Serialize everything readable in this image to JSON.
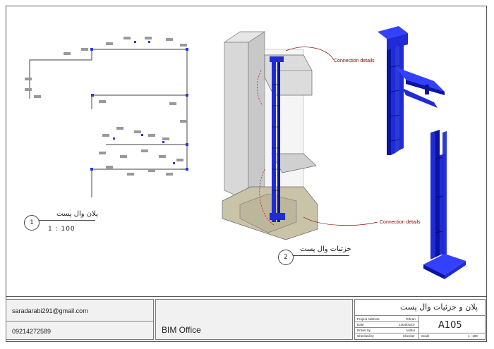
{
  "views": {
    "plan": {
      "title": "پلان وال پست",
      "number": "1",
      "scale": "1 : 100"
    },
    "detail": {
      "title": "جزئیات وال پست",
      "number": "2"
    }
  },
  "callouts": {
    "top": "Connection details",
    "bottom": "Connection details"
  },
  "titleblock": {
    "email": "saradarabi291@gmail.com",
    "phone": "09214272589",
    "office": "BIM Office",
    "sheet_title": "پلان و جزئیات وال پست",
    "sheet_number": "A105",
    "fields": {
      "project_address_label": "Project Address",
      "project_address_value": "Tehran",
      "date_label": "Date",
      "date_value": "1404/01/10",
      "drawn_by_label": "Drawn by",
      "drawn_by_value": "Author",
      "checked_by_label": "Checked by",
      "checked_by_value": "Checker",
      "scale_label": "Scale",
      "scale_value": "1 : 100"
    }
  },
  "colors": {
    "steel": "#1f2bd6",
    "steel_dark": "#0b14a0",
    "wall": "#d8d8d8",
    "callout": "#8b0000"
  }
}
